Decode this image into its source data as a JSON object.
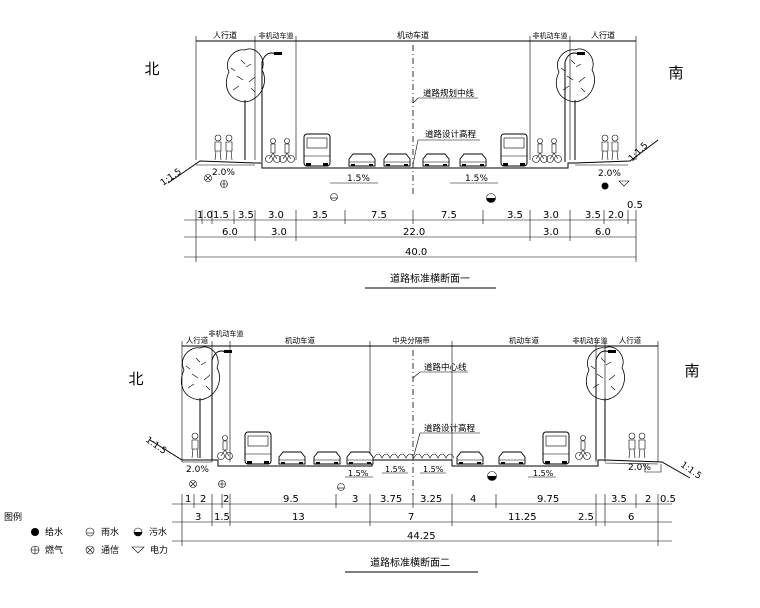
{
  "section1": {
    "title": "道路标准横断面一",
    "north": "北",
    "south": "南",
    "zones": [
      "人行道",
      "非机动车道",
      "机动车道",
      "非机动车道",
      "人行道"
    ],
    "callouts": [
      "道路规划中线",
      "道路设计高程"
    ],
    "side_slope_left": "1:1.5",
    "side_slope_right": "1:1.5",
    "slope_left_walk": "2.0%",
    "slope_right_walk": "2.0%",
    "slope_road_left": "1.5%",
    "slope_road_right": "1.5%",
    "dims_row1": [
      "1.0",
      "1.5",
      "3.5",
      "3.0",
      "3.5",
      "7.5",
      "7.5",
      "3.5",
      "3.0",
      "3.5",
      "2.0"
    ],
    "dim_extra": "0.5",
    "dims_row2": [
      "6.0",
      "3.0",
      "22.0",
      "3.0",
      "6.0"
    ],
    "dims_total": "40.0"
  },
  "section2": {
    "title": "道路标准横断面二",
    "north": "北",
    "south": "南",
    "zones": [
      "人行道",
      "非机动车道",
      "机动车道",
      "中央分隔带",
      "机动车道",
      "非机动车道",
      "人行道"
    ],
    "callouts": [
      "道路中心线",
      "道路设计高程"
    ],
    "side_slope_left": "1:1.5",
    "side_slope_right": "1:1.5",
    "slope_left_walk": "2.0%",
    "slope_right_walk": "2.0%",
    "slopes_road": [
      "1.5%",
      "1.5%",
      "1.5%",
      "1.5%"
    ],
    "dims_row1": [
      "1",
      "2",
      "2",
      "9.5",
      "3",
      "3.75",
      "3.25",
      "4",
      "9.75",
      "3.5",
      "2",
      "0.5"
    ],
    "dims_row2": [
      "3",
      "1.5",
      "13",
      "7",
      "11.25",
      "2.5",
      "6"
    ],
    "dims_total": "44.25"
  },
  "legend": {
    "title": "图例",
    "items": [
      {
        "icon": "water-supply-icon",
        "label": "给水"
      },
      {
        "icon": "rainwater-icon",
        "label": "雨水"
      },
      {
        "icon": "sewage-icon",
        "label": "污水"
      },
      {
        "icon": "gas-icon",
        "label": "燃气"
      },
      {
        "icon": "telecom-icon",
        "label": "通信"
      },
      {
        "icon": "power-icon",
        "label": "电力"
      }
    ]
  }
}
